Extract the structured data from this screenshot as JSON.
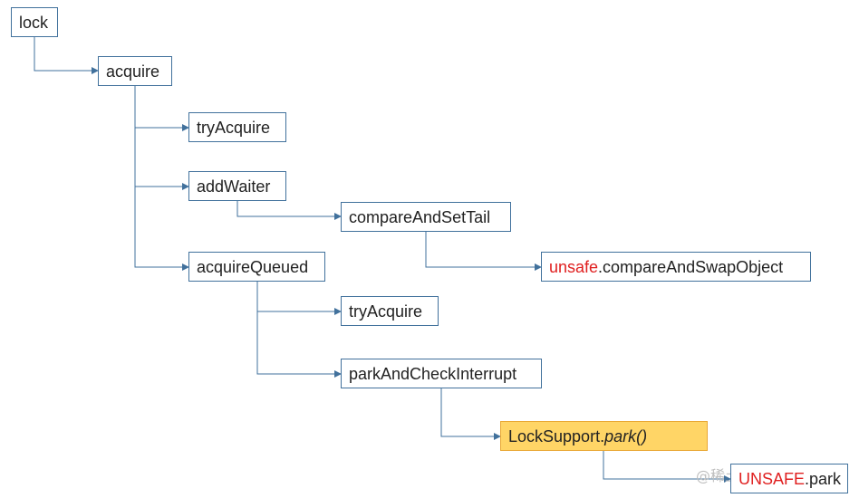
{
  "colors": {
    "box_border": "#41719c",
    "connector": "#41719c",
    "highlight_fill": "#ffd566",
    "highlight_border": "#e9a834",
    "red_text": "#e02020"
  },
  "nodes": {
    "lock": "lock",
    "acquire": "acquire",
    "tryAcquire_1": "tryAcquire",
    "addWaiter": "addWaiter",
    "compareAndSetTail": "compareAndSetTail",
    "acquireQueued": "acquireQueued",
    "unsafe_cas_prefix": "unsafe",
    "unsafe_cas_method": ".compareAndSwapObject",
    "tryAcquire_2": "tryAcquire",
    "parkAndCheckInterrupt": "parkAndCheckInterrupt",
    "lockSupport_class": "LockSupport.",
    "lockSupport_method": "park()",
    "unsafe_park_prefix": "UNSAFE",
    "unsafe_park_method": ".park"
  },
  "watermark": "@稀土掘金技术社区"
}
